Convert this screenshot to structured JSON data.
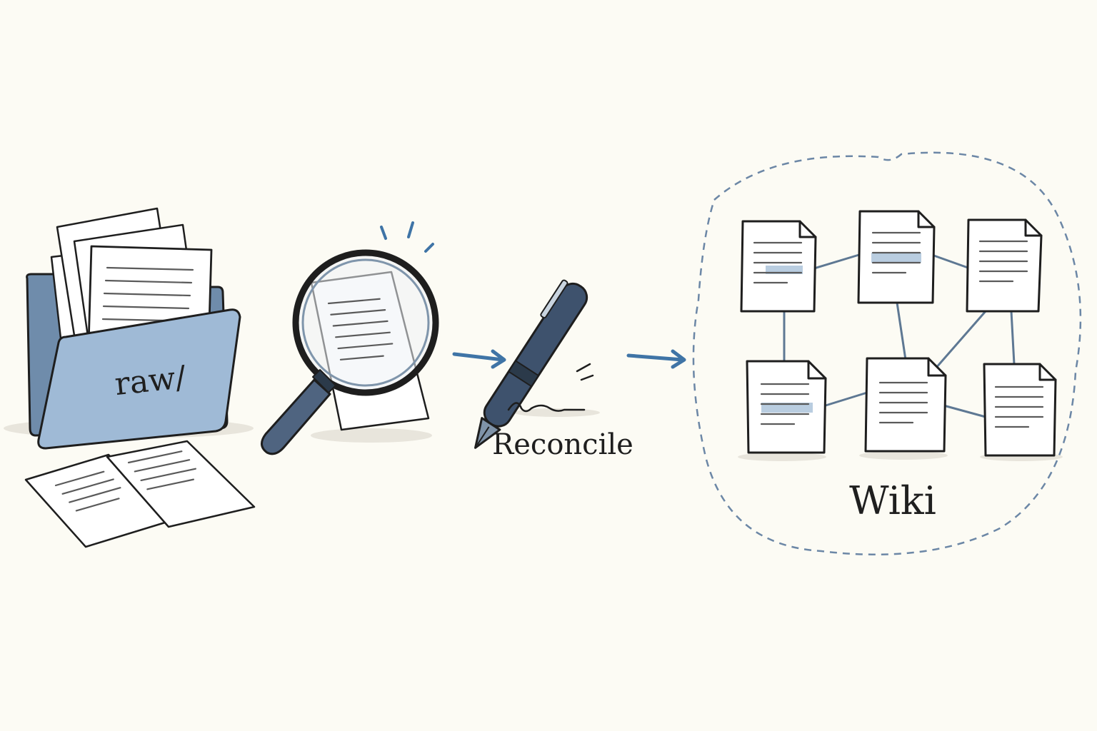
{
  "labels": {
    "folder": "raw/",
    "step": "Reconcile",
    "result": "Wiki"
  },
  "colors": {
    "background": "#fcfbf4",
    "accent_blue": "#3f74a6",
    "folder_blue": "#9fbad6",
    "folder_back": "#6f8cab",
    "paper": "#ffffff",
    "ink": "#1e1e1e",
    "highlight": "#b9cde0",
    "dashed_outline": "#6c87a6"
  },
  "icons": {
    "folder": "folder-icon",
    "magnifier": "magnifying-glass-icon",
    "pen": "fountain-pen-icon",
    "page": "document-icon",
    "arrow": "arrow-right-icon"
  }
}
